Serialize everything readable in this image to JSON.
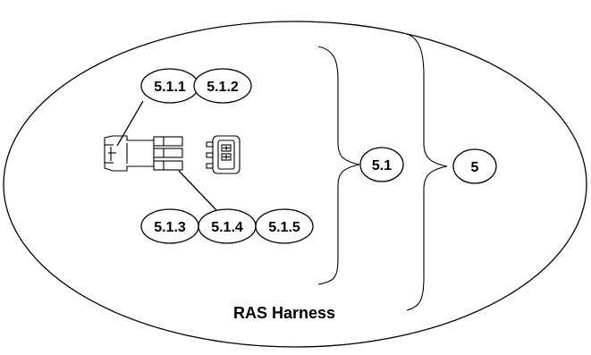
{
  "diagram": {
    "title": "RAS Harness",
    "callouts": {
      "c511": "5.1.1",
      "c512": "5.1.2",
      "c513": "5.1.3",
      "c514": "5.1.4",
      "c515": "5.1.5",
      "c51": "5.1",
      "c5": "5"
    },
    "connector_icons": [
      "connector-plug-icon",
      "connector-receptacle-icon"
    ],
    "colors": {
      "line": "#000000",
      "background": "#ffffff"
    }
  }
}
